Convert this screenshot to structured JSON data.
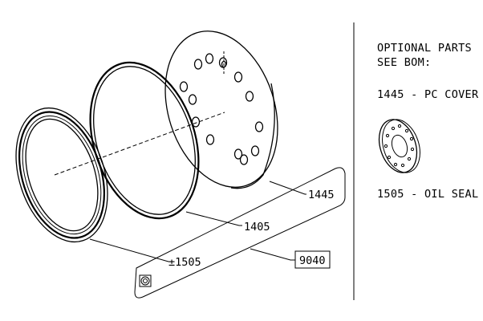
{
  "callouts": {
    "pc_cover": "1445",
    "o_ring": "1405",
    "oil_seal": "±1505",
    "kit": "9040"
  },
  "side_panel": {
    "line1": "OPTIONAL PARTS",
    "line2": "SEE BOM:",
    "item1": "1445 - PC COVER",
    "item2": "1505 - OIL SEAL"
  },
  "icons": {
    "kit_symbol": "seal-kit-icon"
  }
}
